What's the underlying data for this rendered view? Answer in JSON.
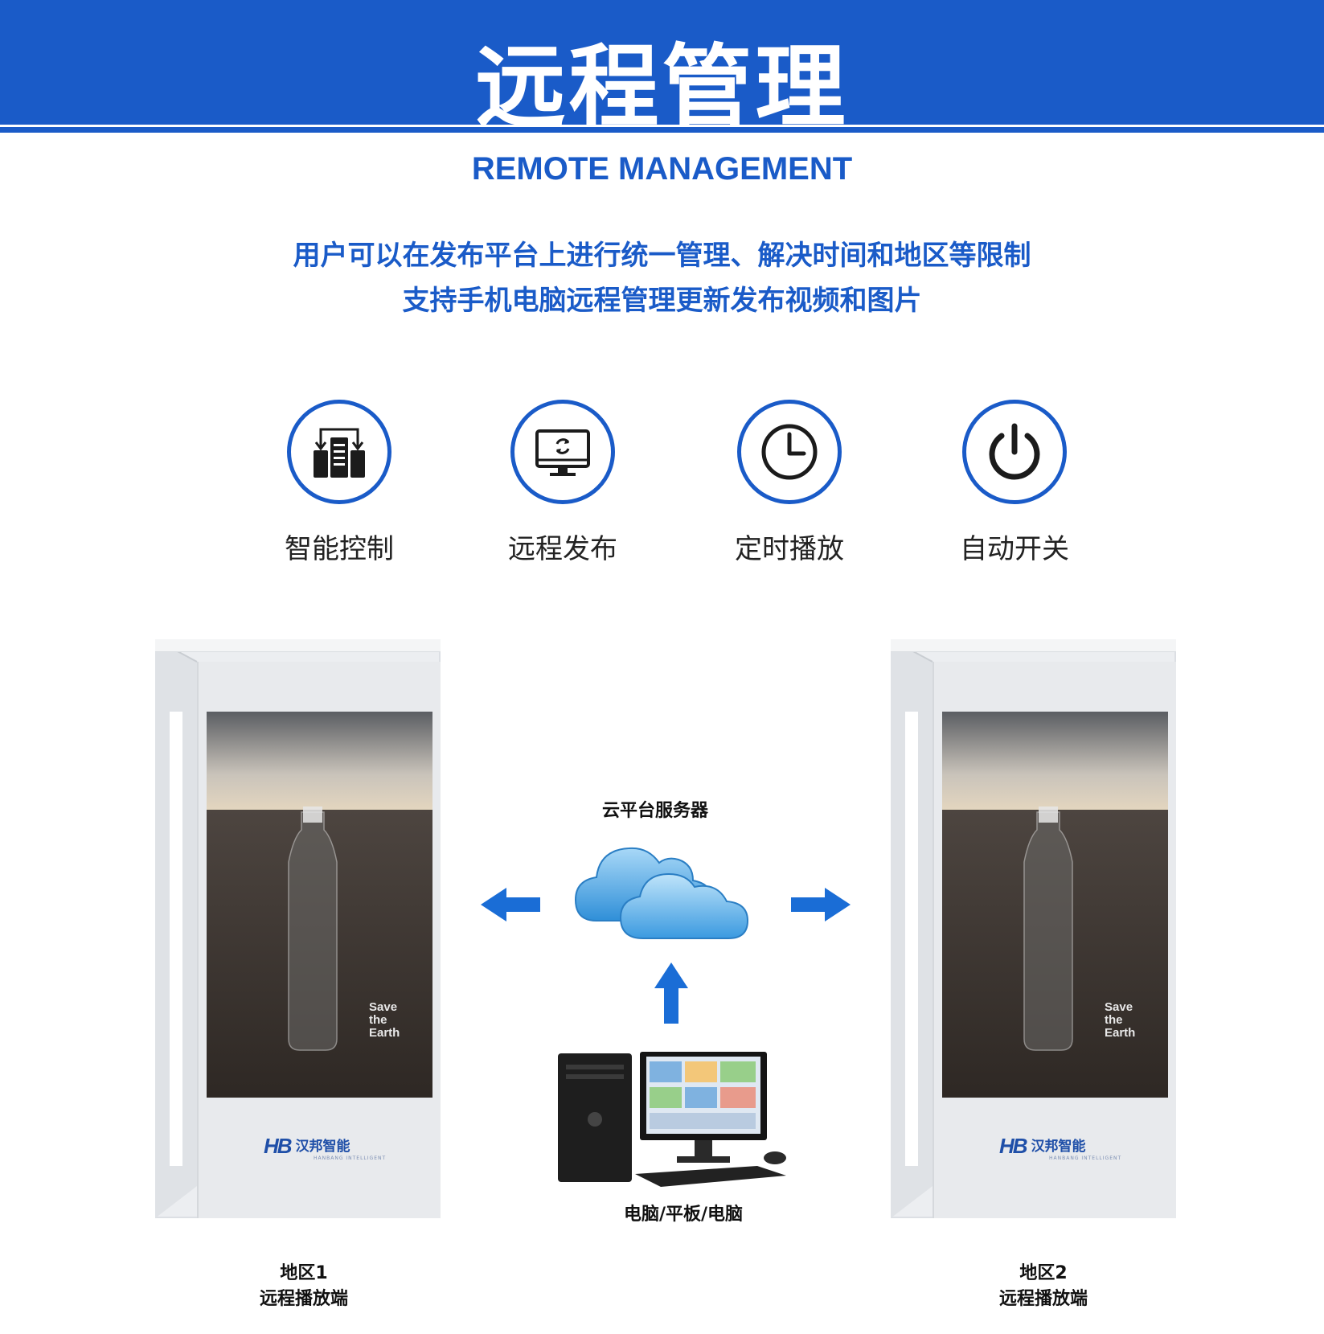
{
  "header": {
    "title": "远程管理",
    "subtitle_en": "REMOTE MANAGEMENT",
    "description_line1": "用户可以在发布平台上进行统一管理、解决时间和地区等限制",
    "description_line2": "支持手机电脑远程管理更新发布视频和图片"
  },
  "features": [
    {
      "label": "智能控制",
      "icon": "server-control-icon"
    },
    {
      "label": "远程发布",
      "icon": "monitor-refresh-icon"
    },
    {
      "label": "定时播放",
      "icon": "clock-icon"
    },
    {
      "label": "自动开关",
      "icon": "power-icon"
    }
  ],
  "diagram": {
    "server_label": "云平台服务器",
    "pc_label": "电脑/平板/电脑",
    "left_stand": {
      "line1": "地区1",
      "line2": "远程播放端"
    },
    "right_stand": {
      "line1": "地区2",
      "line2": "远程播放端"
    },
    "screen_caption": [
      "Save",
      "the",
      "Earth"
    ],
    "brand_mark": "HB",
    "brand_name": "汉邦智能",
    "brand_sub": "HANBANG INTELLIGENT"
  },
  "colors": {
    "brand_blue": "#1a5bc8",
    "cloud_blue": "#5fb0ea",
    "arrow_blue": "#1a6dd6"
  }
}
